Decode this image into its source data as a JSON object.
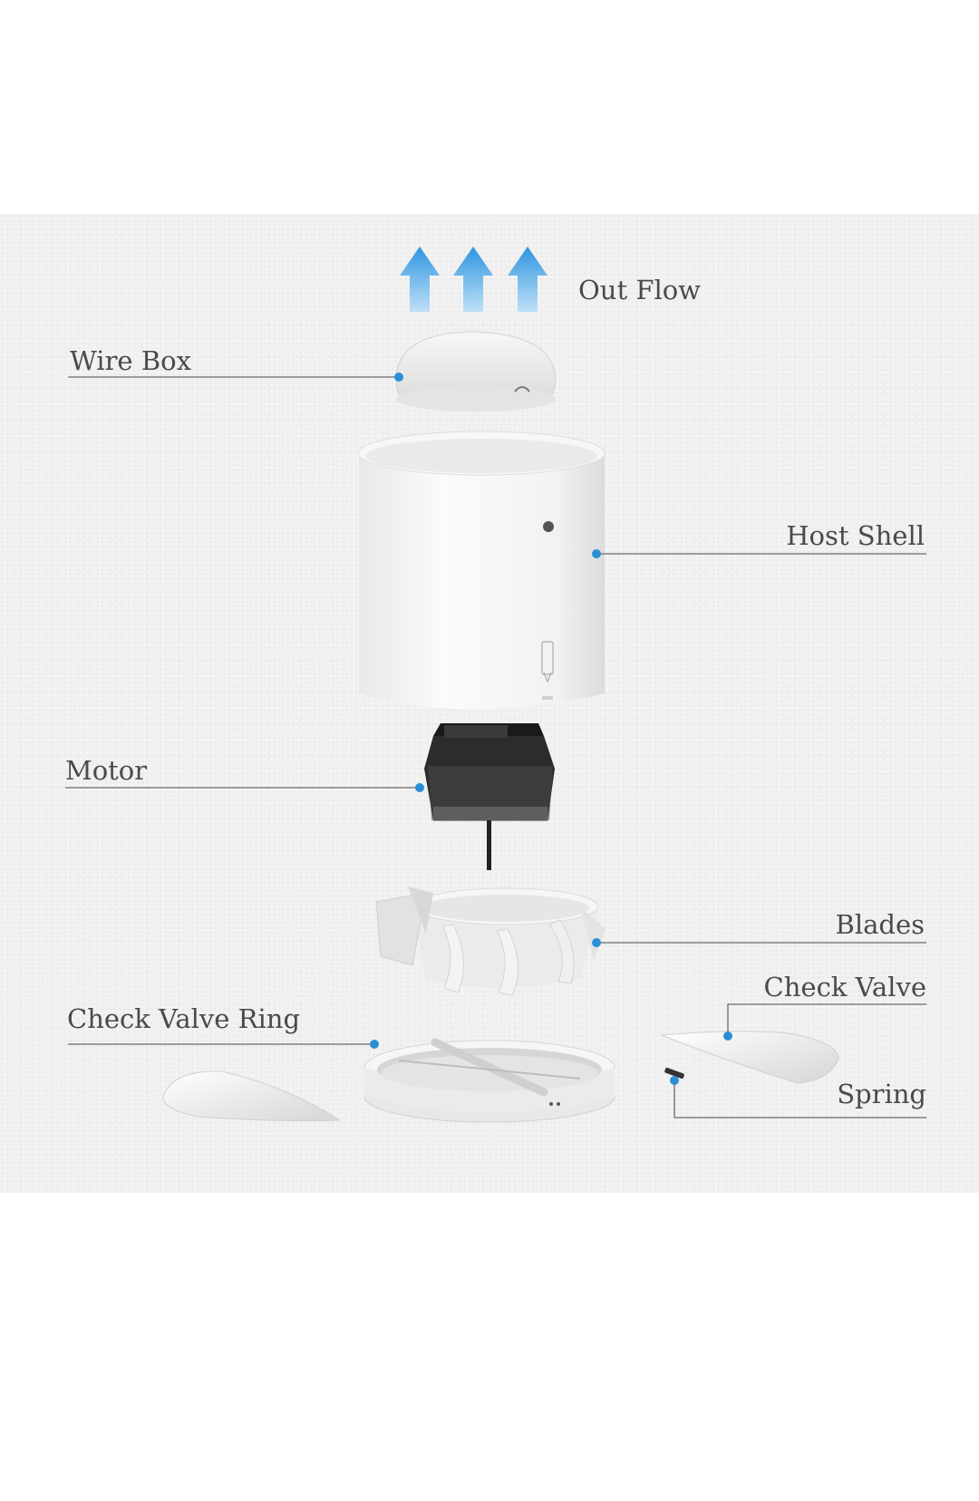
{
  "labels": {
    "out_flow": "Out Flow",
    "wire_box": "Wire Box",
    "host_shell": "Host Shell",
    "motor": "Motor",
    "blades": "Blades",
    "check_valve": "Check Valve",
    "check_valve_ring": "Check Valve Ring",
    "spring": "Spring"
  },
  "colors": {
    "arrow": "#2f95e0",
    "leader_dot": "#2a8fd6",
    "leader_line": "#6a6a6a",
    "label_text": "#4a4a4a",
    "panel_bg": "#f1f1f1"
  },
  "icons": [
    "up-arrow-icon"
  ]
}
